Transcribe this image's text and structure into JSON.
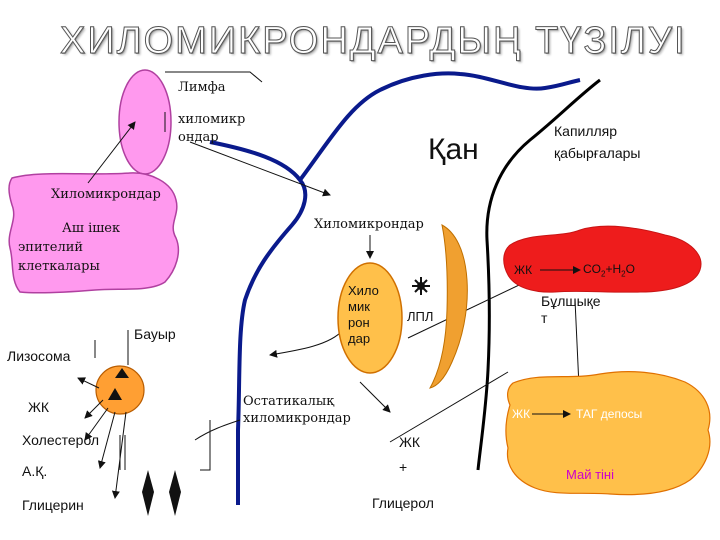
{
  "title": "ХИЛОМИКРОНДАРДЫҢ ТҮЗІЛУІ",
  "labels": {
    "lymph": "Лимфа",
    "lymph_chylo_1": "хиломикр",
    "lymph_chylo_2": "ондар",
    "chylo_left": "Хиломикрондар",
    "epith_1": "Аш ішек",
    "epith_2": "эпителий",
    "epith_3": "клеткалары",
    "blood": "Қан",
    "capillary_1": "Капилляр",
    "capillary_2": "қабырғалары",
    "chylo_center": "Хиломикрондар",
    "chylo_oval_1": "Хило",
    "chylo_oval_2": "мик",
    "chylo_oval_3": "рон",
    "chylo_oval_4": "дар",
    "lpl": "ЛПЛ",
    "fa_red": "ЖК",
    "co2": "CO",
    "co2_sub": "2",
    "plus_h": "+H",
    "h2o_sub": "2",
    "o": "O",
    "oxidation_1": "Бұлшықе",
    "oxidation_2": "т",
    "liver": "Бауыр",
    "lysosome": "Лизосома",
    "fa_liver": "ЖК",
    "cholesterol": "Холестерол",
    "aa": "А.Қ.",
    "glycerin": "Глицерин",
    "remnant_1": "Остатикалық",
    "remnant_2": "хиломикрондар",
    "fa_bottom": "ЖК",
    "plus": "+",
    "glycerol": "Глицерол",
    "fa_adipose": "ЖК",
    "tag_depot": "ТАГ депосы",
    "adipose": "Май тіні"
  },
  "colors": {
    "pink_fill": "#ff99ee",
    "pink_stroke": "#b040a0",
    "orange_fill": "#ffc04a",
    "orange_stroke": "#e07000",
    "red_fill": "#ee1c1c",
    "lpl_fill": "#f0a030",
    "lymph_vessel": "#0a1a8c",
    "capillary": "#000000"
  }
}
